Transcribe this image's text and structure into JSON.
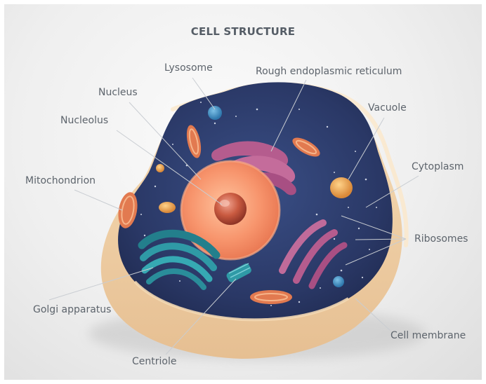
{
  "title": "CELL STRUCTURE",
  "labels": {
    "lysosome": "Lysosome",
    "rough_er": "Rough endoplasmic reticulum",
    "nucleus": "Nucleus",
    "vacuole": "Vacuole",
    "nucleolus": "Nucleolus",
    "cytoplasm": "Cytoplasm",
    "mitochondrion": "Mitochondrion",
    "ribosomes": "Ribosomes",
    "golgi": "Golgi apparatus",
    "cell_membrane": "Cell membrane",
    "centriole": "Centriole"
  },
  "colors": {
    "cytoplasm": "#2d3d6e",
    "membrane": "#f1d2a6",
    "nucleus": "#f7946c",
    "nucleolus": "#c24f36",
    "golgi": "#2f9aa6",
    "rough_er": "#b55c8e",
    "mitochondrion": "#e27a50",
    "lysosome": "#3c8ec2",
    "vacuole": "#e9a14c",
    "label_text": "#5d646c",
    "leader_line": "#c9cdd2"
  }
}
